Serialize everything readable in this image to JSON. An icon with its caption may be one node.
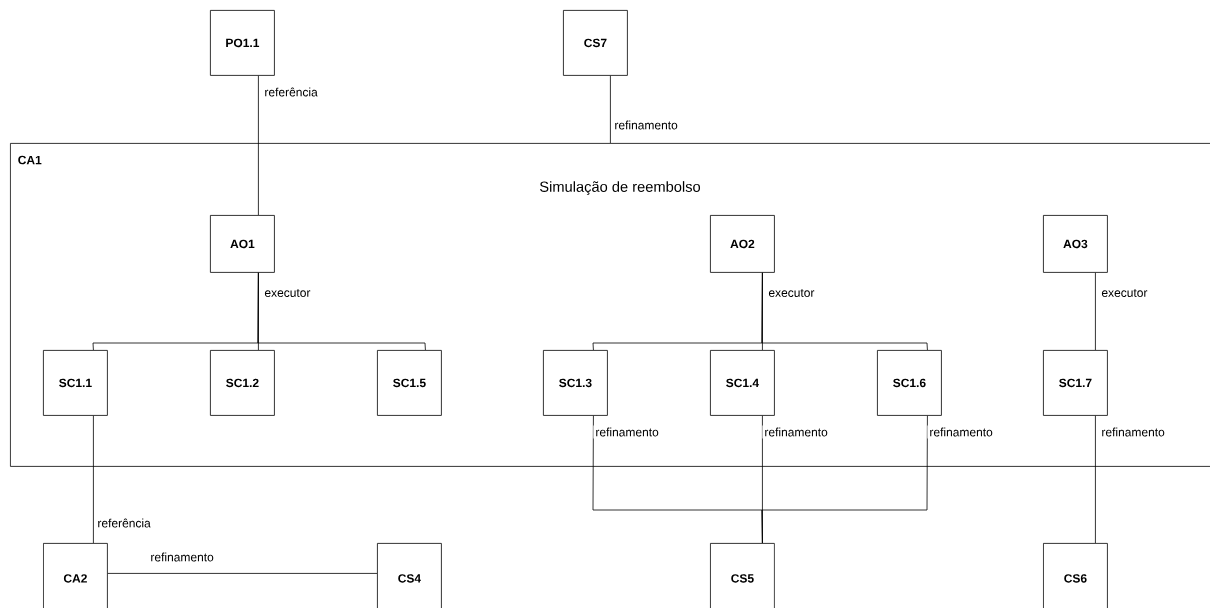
{
  "diagram": {
    "nodes": [
      {
        "text": [
          "PO1.1"
        ]
      },
      {
        "text": [
          "CS7"
        ]
      },
      {
        "text": [
          "CA1",
          "Simulação de reembolso"
        ]
      },
      {
        "text": [
          "AO1"
        ],
        "in": 2
      },
      {
        "text": [
          "AO2"
        ],
        "in": 2
      },
      {
        "text": [
          "AO3"
        ],
        "in": 2
      },
      {
        "text": [
          "SC1.1"
        ],
        "in": 2
      },
      {
        "text": [
          "SC1.2"
        ],
        "in": 2
      },
      {
        "text": [
          "SC1.5"
        ],
        "in": 2
      },
      {
        "text": [
          "SC1.3"
        ],
        "in": 2
      },
      {
        "text": [
          "SC1.4"
        ],
        "in": 2
      },
      {
        "text": [
          "SC1.6"
        ],
        "in": 2
      },
      {
        "text": [
          "SC1.7"
        ],
        "in": 2
      },
      {
        "text": [
          "CA2"
        ]
      },
      {
        "text": [
          "CS4"
        ]
      },
      {
        "text": [
          "CS5"
        ]
      },
      {
        "text": [
          "CS6"
        ]
      }
    ],
    "edges": [
      {
        "from": 0,
        "to": 3,
        "arrow": "none",
        "label": "referência"
      },
      {
        "from": 1,
        "to": 2,
        "arrow": "none",
        "label": "refinamento"
      },
      {
        "from": 3,
        "to": 6,
        "arrow": "none"
      },
      {
        "from": 3,
        "to": 7,
        "arrow": "none",
        "label": "executor"
      },
      {
        "from": 3,
        "to": 8,
        "arrow": "none"
      },
      {
        "from": 4,
        "to": 9,
        "arrow": "none"
      },
      {
        "from": 4,
        "to": 10,
        "arrow": "none",
        "label": "executor"
      },
      {
        "from": 4,
        "to": 11,
        "arrow": "none"
      },
      {
        "from": 5,
        "to": 12,
        "arrow": "none",
        "label": "executor"
      },
      {
        "from": 9,
        "to": 15,
        "arrow": "none",
        "label": "refinamento"
      },
      {
        "from": 10,
        "to": 15,
        "arrow": "none",
        "label": "refinamento"
      },
      {
        "from": 11,
        "to": 15,
        "arrow": "none",
        "label": "refinamento"
      },
      {
        "from": 12,
        "to": 16,
        "arrow": "none",
        "label": "refinamento"
      },
      {
        "from": 6,
        "to": 13,
        "arrow": "none",
        "label": "referência"
      },
      {
        "from": 13,
        "to": 14,
        "arrow": "none",
        "label": "refinamento"
      }
    ]
  }
}
